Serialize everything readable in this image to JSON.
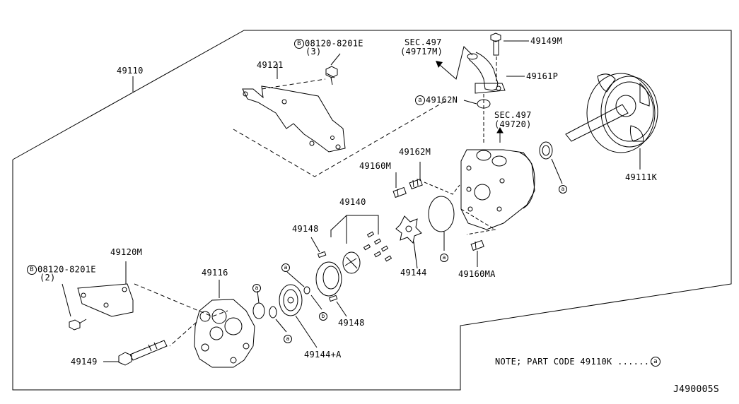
{
  "labels": {
    "p49110": "49110",
    "p49121": "49121",
    "bolt_top_code": "08120-8201E",
    "bolt_top_qty": "(3)",
    "sec_top": "SEC.497",
    "sec_top_ref": "(49717M)",
    "p49149m": "49149M",
    "p49161p": "49161P",
    "p49162n": "49162N",
    "sec_mid": "SEC.497",
    "sec_mid_ref": "(49720)",
    "p49162m": "49162M",
    "p49160m": "49160M",
    "p49111k": "49111K",
    "p49140": "49140",
    "p49148_top": "49148",
    "p49144": "49144",
    "p49160ma": "49160MA",
    "p49120m": "49120M",
    "bolt_left_code": "08120-8201E",
    "bolt_left_qty": "(2)",
    "p49116": "49116",
    "p49148_bot": "49148",
    "p49144a": "49144+A",
    "p49149": "49149",
    "note_text": "NOTE; PART CODE 49110K .......",
    "diagram_id": "J490005S"
  },
  "markers": {
    "b": "B",
    "a": "a",
    "b_small": "b"
  }
}
